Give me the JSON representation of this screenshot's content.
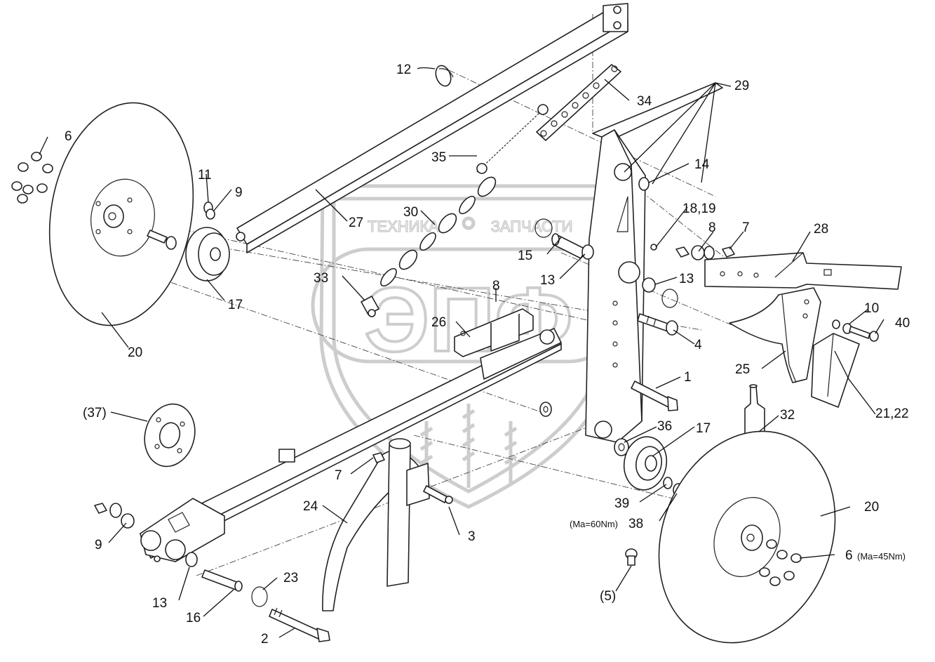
{
  "callouts": {
    "p1": "1",
    "p2": "2",
    "p3": "3",
    "p4": "4",
    "p5": "(5)",
    "p6a": "6",
    "p6b": "6",
    "p6b_note": "(Ma=45Nm)",
    "p7a": "7",
    "p7b": "7",
    "p8a": "8",
    "p8b": "8",
    "p9a": "9",
    "p9b": "9",
    "p10": "10",
    "p11": "11",
    "p12": "12",
    "p13a": "13",
    "p13b": "13",
    "p13c": "13",
    "p14": "14",
    "p15": "15",
    "p16": "16",
    "p17a": "17",
    "p17b": "17",
    "p18_19": "18,19",
    "p20a": "20",
    "p20b": "20",
    "p21_22": "21,22",
    "p23": "23",
    "p24": "24",
    "p25": "25",
    "p26": "26",
    "p27": "27",
    "p28": "28",
    "p29": "29",
    "p30": "30",
    "p32": "32",
    "p33": "33",
    "p34": "34",
    "p35": "35",
    "p36": "36",
    "p37": "(37)",
    "p38": "38",
    "p38_note": "(Ma=60Nm)",
    "p39": "39",
    "p40": "40"
  },
  "watermark": {
    "left_text": "ТЕХНИКА",
    "right_text": "ЗАПЧАСТИ",
    "logo_text": "ЭПФ"
  }
}
